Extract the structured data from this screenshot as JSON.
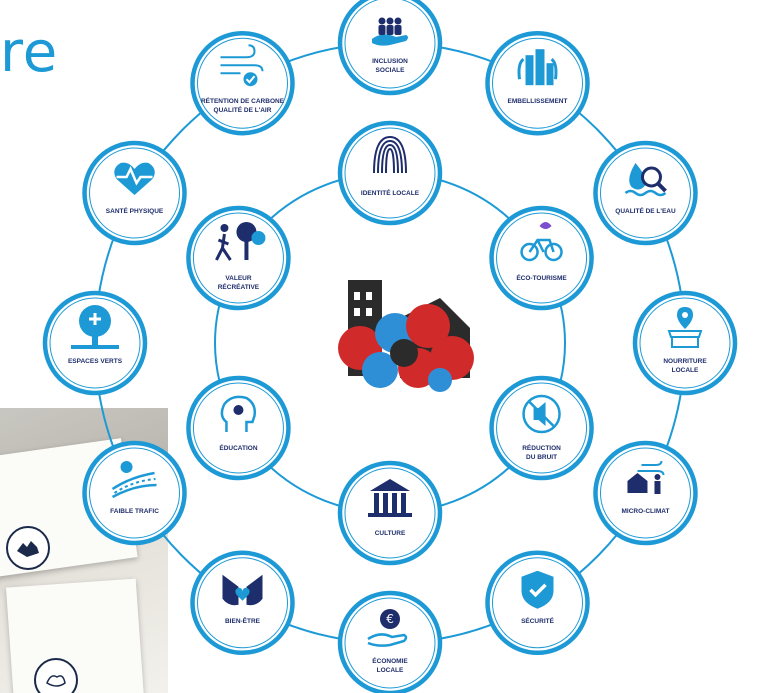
{
  "title_fragment": "re",
  "colors": {
    "ring": "#1d9ad6",
    "icon": "#1d9ad6",
    "label": "#1e2d6b",
    "building_dark": "#2b2b2b",
    "tree_red": "#d12a2a",
    "tree_blue": "#2f8fd6"
  },
  "outer_nodes": [
    {
      "icon": "inclusion-icon",
      "lines": [
        "INCLUSION",
        "SOCIALE"
      ]
    },
    {
      "icon": "buildings-icon",
      "lines": [
        "EMBELLISSEMENT"
      ]
    },
    {
      "icon": "water-quality-icon",
      "lines": [
        "QUALITÉ DE L'EAU"
      ]
    },
    {
      "icon": "shop-pin-icon",
      "lines": [
        "NOURRITURE",
        "LOCALE"
      ]
    },
    {
      "icon": "microclimate-icon",
      "lines": [
        "MICRO-CLIMAT"
      ]
    },
    {
      "icon": "shield-icon",
      "lines": [
        "SÉCURITÉ"
      ]
    },
    {
      "icon": "euro-hand-icon",
      "lines": [
        "ÉCONOMIE",
        "LOCALE"
      ]
    },
    {
      "icon": "hands-heart-icon",
      "lines": [
        "BIEN-ÊTRE"
      ]
    },
    {
      "icon": "road-icon",
      "lines": [
        "FAIBLE TRAFIC"
      ]
    },
    {
      "icon": "tree-plus-icon",
      "lines": [
        "ESPACES VERTS"
      ]
    },
    {
      "icon": "heart-pulse-icon",
      "lines": [
        "SANTÉ PHYSIQUE"
      ]
    },
    {
      "icon": "wind-check-icon",
      "lines": [
        "RÉTENTION DE CARBONE",
        "QUALITÉ DE L'AIR"
      ]
    }
  ],
  "inner_nodes": [
    {
      "icon": "fingerprint-icon",
      "lines": [
        "IDENTITÉ LOCALE"
      ]
    },
    {
      "icon": "bicycle-icon",
      "lines": [
        "ÉCO-TOURISME"
      ]
    },
    {
      "icon": "no-sound-icon",
      "lines": [
        "RÉDUCTION",
        "DU BRUIT"
      ]
    },
    {
      "icon": "museum-icon",
      "lines": [
        "CULTURE"
      ]
    },
    {
      "icon": "head-bulb-icon",
      "lines": [
        "ÉDUCATION"
      ]
    },
    {
      "icon": "hiker-icon",
      "lines": [
        "VALEUR",
        "RÉCRÉATIVE"
      ]
    }
  ]
}
